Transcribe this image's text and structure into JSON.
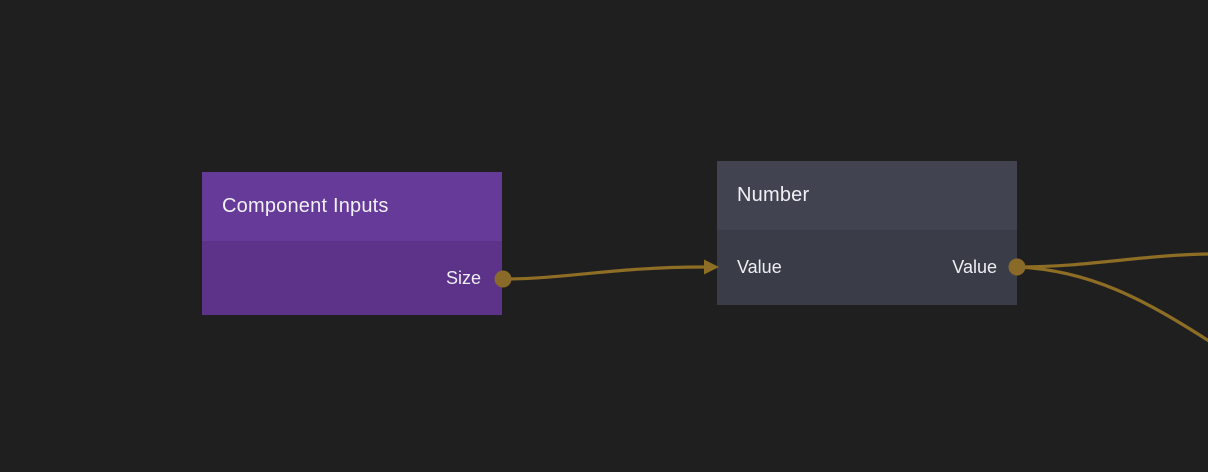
{
  "editor": {
    "background_color": "#1f1f20",
    "wire_color": "#8e6d24",
    "port_color": "#8a6a28"
  },
  "nodes": [
    {
      "title": "Component Inputs",
      "header_color": "#653a98",
      "body_color": "#5c3389",
      "inputs": [],
      "outputs": [
        {
          "label": "Size"
        }
      ]
    },
    {
      "title": "Number",
      "header_color": "#414450",
      "body_color": "#3a3d47",
      "inputs": [
        {
          "label": "Value"
        }
      ],
      "outputs": [
        {
          "label": "Value"
        }
      ]
    }
  ],
  "edges": [
    {
      "from": "Component Inputs.Size",
      "to": "Number.Value"
    },
    {
      "from": "Number.Value",
      "to": "off-screen-right-upper"
    },
    {
      "from": "Number.Value",
      "to": "off-screen-right-lower"
    }
  ]
}
